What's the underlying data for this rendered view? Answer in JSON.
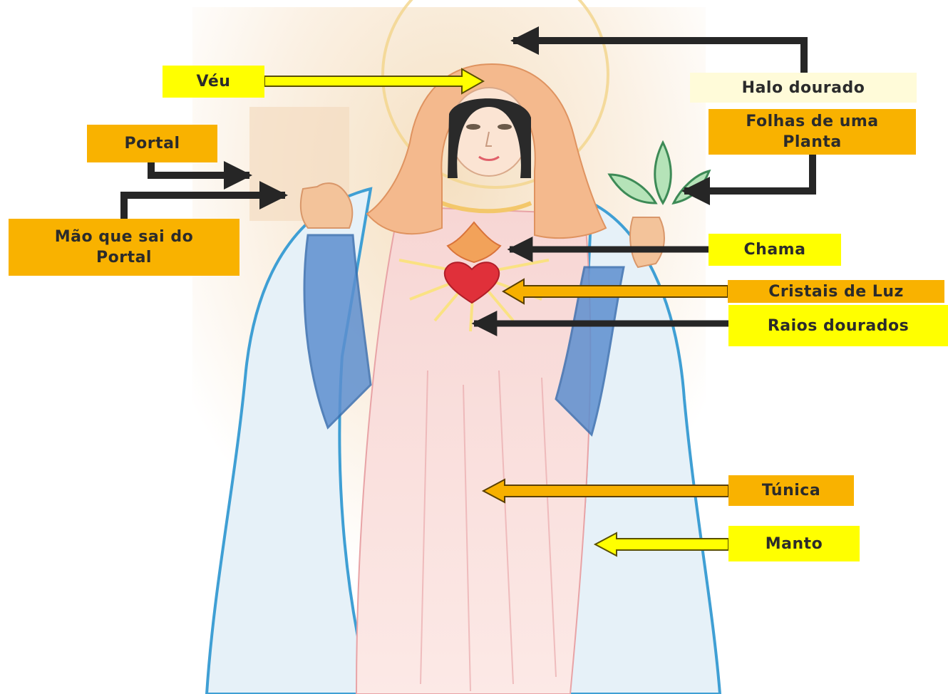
{
  "labels": {
    "veu": "Véu",
    "portal": "Portal",
    "mao": "Mão que sai do\nPortal",
    "halo": "Halo dourado",
    "folhas": "Folhas de uma\nPlanta",
    "chama": "Chama",
    "cristais": "Cristais de Luz",
    "raios": "Raios dourados",
    "tunica": "Túnica",
    "manto": "Manto"
  },
  "colors": {
    "label_yellow": "#ffff00",
    "label_orange": "#f9b200",
    "label_cream": "#fffbd9",
    "arrow_dark": "#262626",
    "arrow_yellow": "#ffff00",
    "arrow_orange": "#f7b000"
  },
  "figure": {
    "subject": "hand-drawn-figure",
    "icons": [
      "halo-icon",
      "veil-icon",
      "heart-icon",
      "flame-icon",
      "leaves-icon",
      "rays-icon"
    ]
  }
}
